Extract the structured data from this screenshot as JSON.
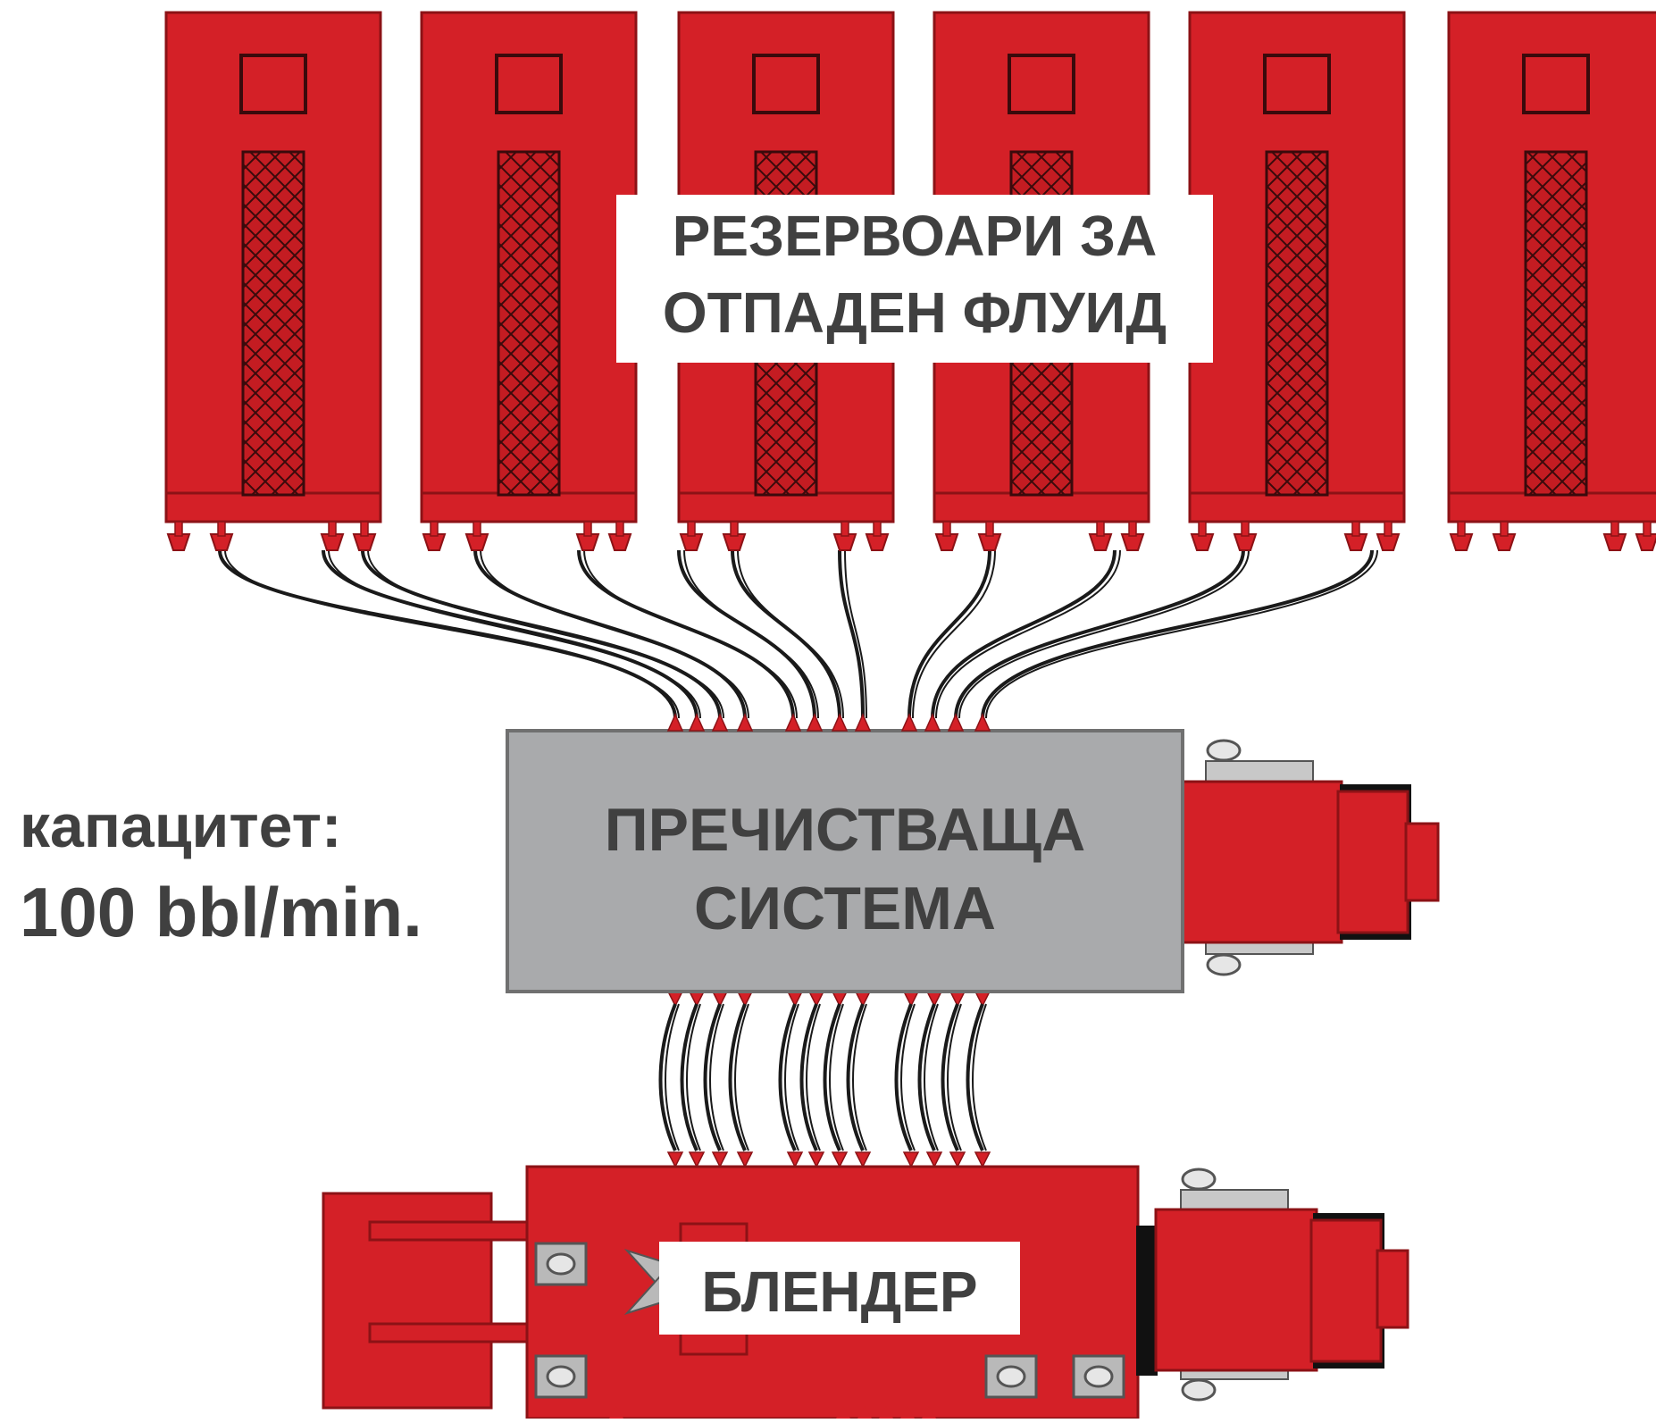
{
  "tanks": {
    "label_line1": "РЕЗЕРВОАРИ ЗА",
    "label_line2": "ОТПАДЕН ФЛУИД",
    "count": 6
  },
  "capacity": {
    "line1": "капацитет:",
    "line2": "100 bbl/min."
  },
  "purifier": {
    "label_line1": "ПРЕЧИСТВАЩА",
    "label_line2": "СИСТЕМА"
  },
  "blender": {
    "label": "БЛЕНДЕР"
  },
  "colors": {
    "red": "#d42027",
    "dark_red": "#8c1216",
    "gray": "#a9aaac",
    "text": "#404040",
    "hose": "#1a1a1a"
  }
}
